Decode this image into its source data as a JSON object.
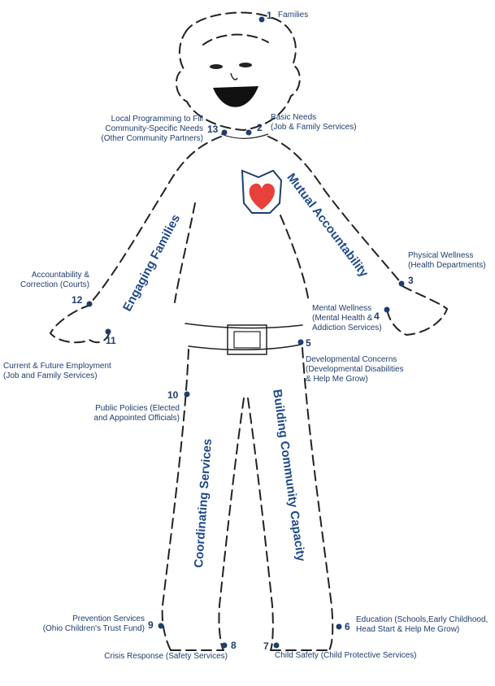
{
  "themes": {
    "engaging": "Engaging Families",
    "mutual": "Mutual Accountability",
    "coordinating": "Coordinating Services",
    "building": "Building Community Capacity"
  },
  "nodes": [
    {
      "num": "1",
      "lines": [
        "Families"
      ]
    },
    {
      "num": "2",
      "lines": [
        "Basic Needs",
        "(Job & Family Services)"
      ]
    },
    {
      "num": "3",
      "lines": [
        "Physical Wellness",
        "(Health Departments)"
      ]
    },
    {
      "num": "4",
      "lines": [
        "Mental Wellness",
        "(Mental Health &",
        "Addiction Services)"
      ]
    },
    {
      "num": "5",
      "lines": [
        "Developmental Concerns",
        "(Developmental Disabilities",
        "& Help Me Grow)"
      ]
    },
    {
      "num": "6",
      "lines": [
        "Education (Schools,Early Childhood,",
        "Head Start & Help Me Grow)"
      ]
    },
    {
      "num": "7",
      "lines": [
        "Child Safety (Child Protective Services)"
      ]
    },
    {
      "num": "8",
      "lines": [
        "Crisis Response (Safety Services)"
      ]
    },
    {
      "num": "9",
      "lines": [
        "Prevention Services",
        "(Ohio Children's Trust Fund)"
      ]
    },
    {
      "num": "10",
      "lines": [
        "Public Policies (Elected",
        "and Appointed Officials)"
      ]
    },
    {
      "num": "11",
      "lines": [
        "Current & Future Employment",
        "(Job and Family Services)"
      ]
    },
    {
      "num": "12",
      "lines": [
        "Accountability &",
        "Correction (Courts)"
      ]
    },
    {
      "num": "13",
      "lines": [
        "Local Programming to Fill",
        "Community-Specific Needs",
        "(Other Community Partners)"
      ]
    }
  ],
  "colors": {
    "navy": "#1f3d6e",
    "heart": "#e8413c",
    "outline": "#222222"
  }
}
